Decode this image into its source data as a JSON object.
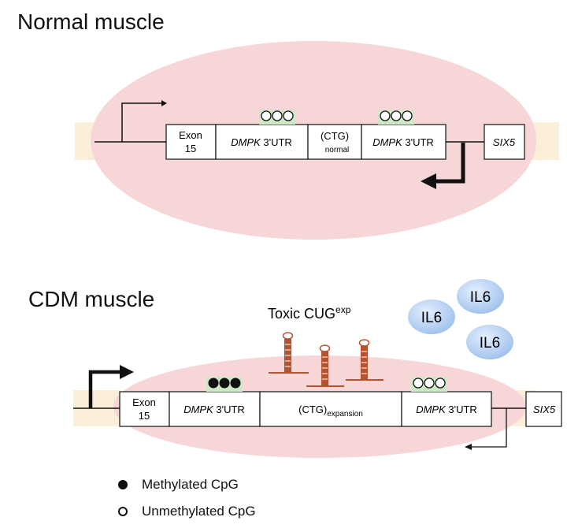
{
  "normal": {
    "title": "Normal muscle",
    "exon_label_1": "Exon",
    "exon_label_2": "15",
    "utr_gene": "DMPK",
    "utr_suffix": " 3'UTR",
    "ctg_label": "(CTG)",
    "ctg_subscript": "normal",
    "six5_label": "SIX5"
  },
  "cdm": {
    "title": "CDM muscle",
    "exon_label_1": "Exon",
    "exon_label_2": "15",
    "utr_gene": "DMPK",
    "utr_suffix": " 3'UTR",
    "ctg_label": "(CTG)",
    "ctg_subscript": "expansion",
    "six5_label": "SIX5",
    "toxic_label": "Toxic CUG",
    "toxic_superscript": "exp",
    "il6_labels": [
      "IL6",
      "IL6",
      "IL6"
    ]
  },
  "legend": {
    "methylated": "Methylated CpG",
    "unmethylated": "Unmethylated CpG"
  },
  "colors": {
    "ellipse_fill": "#f6d6d6",
    "chromatin_band": "#fbeed8",
    "cpg_box": "#cfe8c6",
    "hairpin": "#b5532e",
    "il6_light": "#dbe9fb",
    "il6_dark": "#9ec0ec"
  }
}
